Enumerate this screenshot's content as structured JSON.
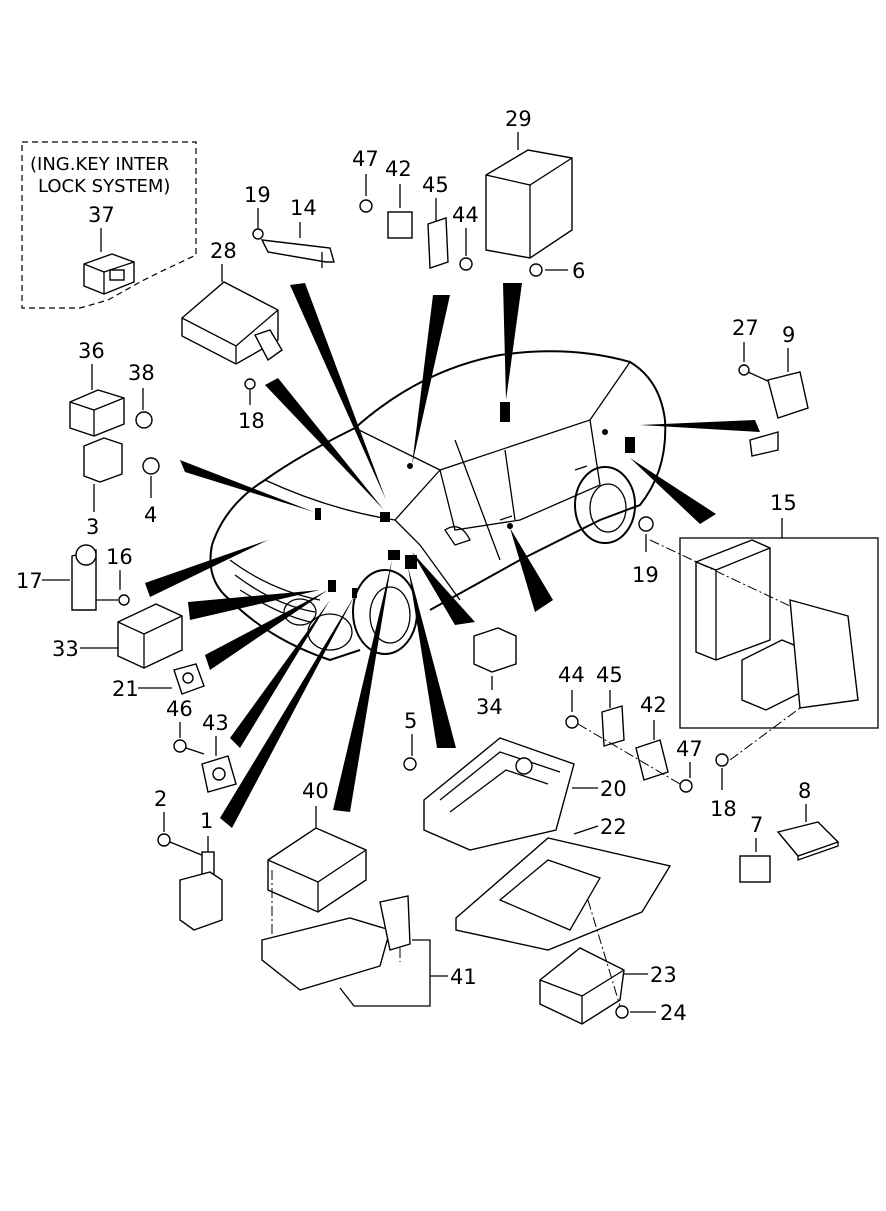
{
  "note": {
    "line1": "(ING.KEY INTER",
    "line2": "LOCK SYSTEM)"
  },
  "callouts": {
    "c1": "1",
    "c2": "2",
    "c3": "3",
    "c4": "4",
    "c5": "5",
    "c6": "6",
    "c7": "7",
    "c8": "8",
    "c9": "9",
    "c14": "14",
    "c15": "15",
    "c16": "16",
    "c17": "17",
    "c18a": "18",
    "c18b": "18",
    "c19a": "19",
    "c19b": "19",
    "c20": "20",
    "c21": "21",
    "c22": "22",
    "c23": "23",
    "c24": "24",
    "c27": "27",
    "c28": "28",
    "c29": "29",
    "c33": "33",
    "c34": "34",
    "c36": "36",
    "c37": "37",
    "c38": "38",
    "c40": "40",
    "c41": "41",
    "c42a": "42",
    "c42b": "42",
    "c43": "43",
    "c44a": "44",
    "c44b": "44",
    "c45a": "45",
    "c45b": "45",
    "c46": "46",
    "c47a": "47",
    "c47b": "47"
  }
}
